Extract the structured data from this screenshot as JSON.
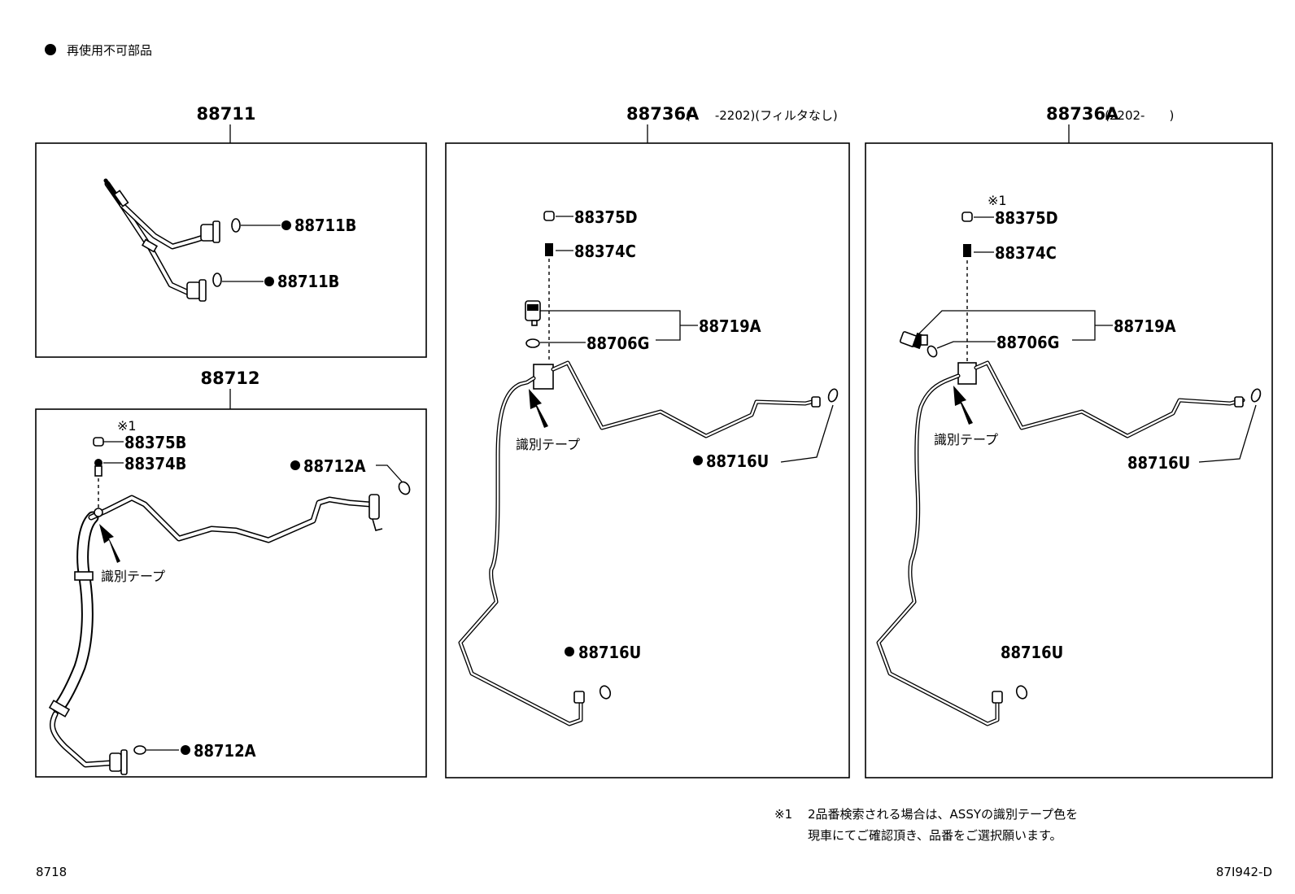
{
  "legend": {
    "bullet_label": "再使用不可部品"
  },
  "panels": {
    "p88711": {
      "title": "88711",
      "labels": {
        "a": "88711B",
        "b": "88711B"
      }
    },
    "p88712": {
      "title": "88712",
      "labels": {
        "mark": "※1",
        "cap": "88375B",
        "core": "88374B",
        "top": "88712A",
        "bottom": "88712A",
        "tape": "識別テープ"
      }
    },
    "p88736a_pre": {
      "title": "88736A",
      "range": "(　　-2202)(フィルタなし)",
      "labels": {
        "cap": "88375D",
        "core": "88374C",
        "assy": "88719A",
        "washer": "88706G",
        "tape": "識別テープ",
        "upper_ring": "88716U",
        "lower_ring": "88716U"
      }
    },
    "p88736a_post": {
      "title": "88736A",
      "range": "(2202-　　)",
      "labels": {
        "mark": "※1",
        "cap": "88375D",
        "core": "88374C",
        "assy": "88719A",
        "washer": "88706G",
        "tape": "識別テープ",
        "upper_ring": "88716U",
        "lower_ring": "88716U"
      }
    }
  },
  "footnote": {
    "mark": "※1",
    "line1": "2品番検索される場合は、ASSYの識別テープ色を",
    "line2": "現車にてご確認頂き、品番をご選択願います。"
  },
  "footer": {
    "left": "8718",
    "right": "87I942-D"
  }
}
